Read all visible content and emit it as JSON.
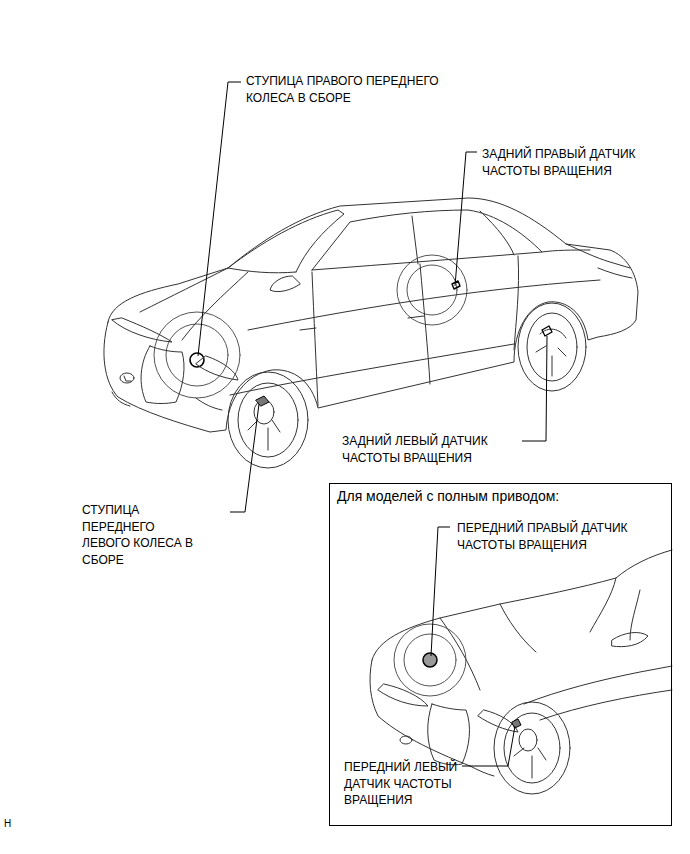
{
  "diagram": {
    "nodes": [
      {
        "text": [
          "Для моделей с полным приводом:",
          "ПЕРЕДНИЙ ПРАВЫЙ ДАТЧИК ЧАСТОТЫ ВРАЩЕНИЯ",
          "ПЕРЕДНИЙ ЛЕВЫЙ ДАТЧИК ЧАСТОТЫ ВРАЩЕНИЯ"
        ]
      }
    ],
    "labels": [
      "СТУПИЦА ПРАВОГО ПЕРЕДНЕГО КОЛЕСА В СБОРЕ",
      "ЗАДНИЙ ПРАВЫЙ ДАТЧИК ЧАСТОТЫ ВРАЩЕНИЯ",
      "ЗАДНИЙ ЛЕВЫЙ ДАТЧИК ЧАСТОТЫ ВРАЩЕНИЯ",
      "СТУПИЦА ПЕРЕДНЕГО ЛЕВОГО КОЛЕСА В СБОРЕ",
      "H"
    ]
  }
}
